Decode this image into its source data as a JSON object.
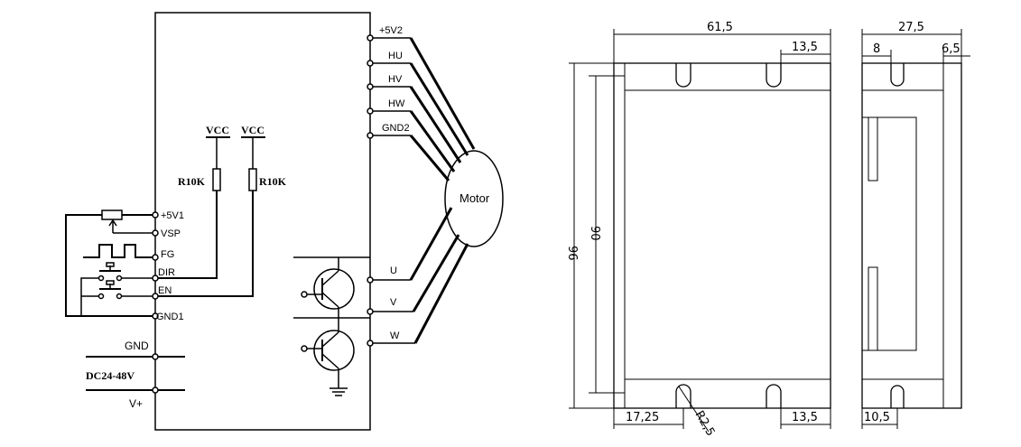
{
  "schematic": {
    "right_pins": [
      "+5V2",
      "HU",
      "HV",
      "HW",
      "GND2",
      "U",
      "V",
      "W"
    ],
    "left_pins": [
      "+5V1",
      "VSP",
      "FG",
      "DIR",
      "EN",
      "GND1"
    ],
    "supply_labels": [
      "GND",
      "DC24-48V",
      "V+"
    ],
    "vcc_labels": [
      "VCC",
      "VCC"
    ],
    "resistor_labels": [
      "R10K",
      "R10K"
    ],
    "motor_label": "Motor"
  },
  "dimensions": {
    "front_width": "61,5",
    "front_top_slot": "13,5",
    "height_outer": "96",
    "height_inner": "90",
    "bottom_left": "17,25",
    "bottom_right": "13,5",
    "radius": "R2,5",
    "side_width": "27,5",
    "side_left": "8",
    "side_right": "6,5",
    "side_bottom": "10,5"
  }
}
